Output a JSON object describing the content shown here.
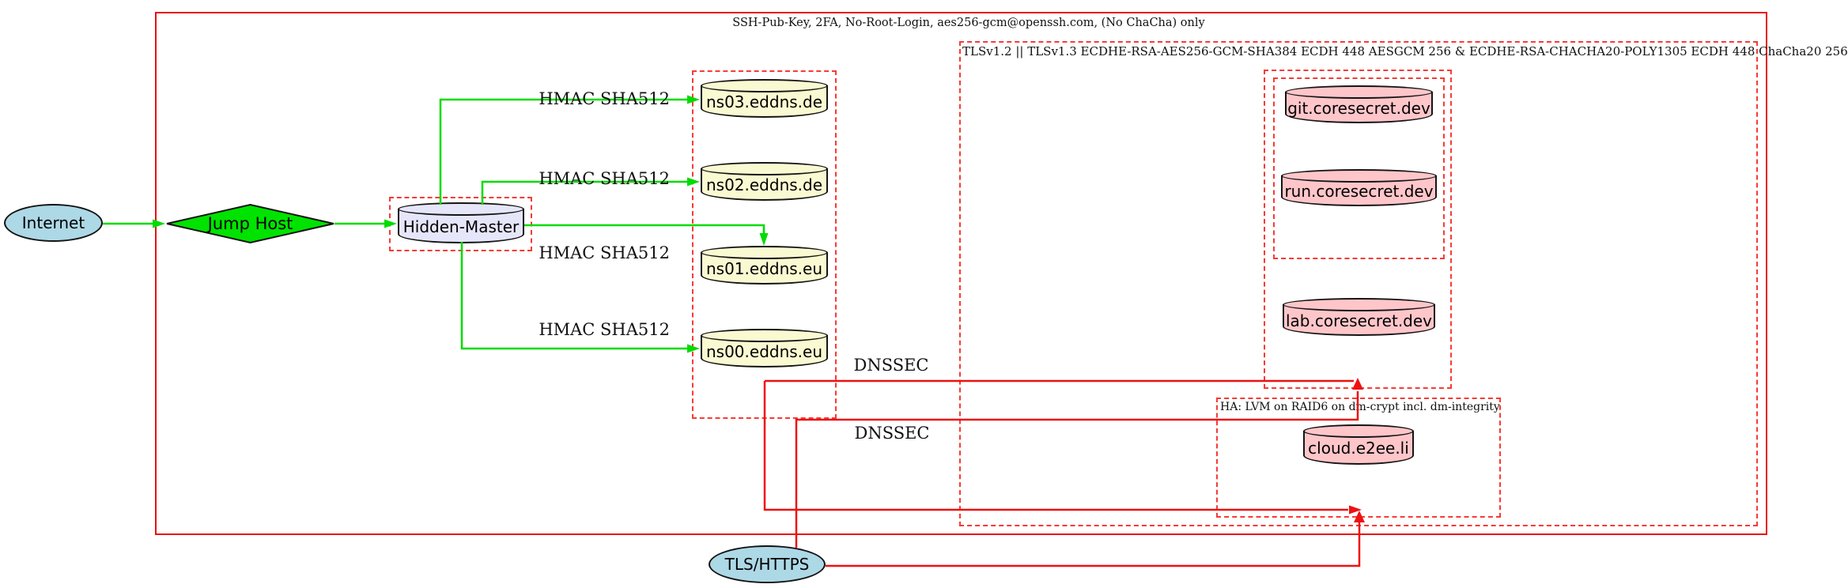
{
  "diagram": {
    "clusters": {
      "ssh_label": "SSH-Pub-Key, 2FA, No-Root-Login, aes256-gcm@openssh.com, (No ChaCha) only",
      "tls_label": "TLSv1.2 || TLSv1.3 ECDHE-RSA-AES256-GCM-SHA384 ECDH 448 AESGCM 256 & ECDHE-RSA-CHACHA20-POLY1305 ECDH 448 ChaCha20 256",
      "ha_label": "HA: LVM on RAID6 on dm-crypt incl. dm-integrity"
    },
    "nodes": {
      "internet": "Internet",
      "jump_host": "Jump Host",
      "hidden_master": "Hidden-Master",
      "ns03": "ns03.eddns.de",
      "ns02": "ns02.eddns.de",
      "ns01": "ns01.eddns.eu",
      "ns00": "ns00.eddns.eu",
      "git": "git.coresecret.dev",
      "run": "run.coresecret.dev",
      "lab": "lab.coresecret.dev",
      "cloud": "cloud.e2ee.li",
      "tls_https": "TLS/HTTPS"
    },
    "edge_labels": {
      "hmac": "HMAC SHA512",
      "dnssec": "DNSSEC"
    },
    "colors": {
      "edge_green": "#00dc00",
      "edge_red": "#ee1111",
      "cluster_solid_red": "#e81212",
      "cluster_dashed_red": "#f53b36",
      "node_blue": "#add8e6",
      "node_green": "#00e300",
      "node_lavender": "#e6e6fa",
      "node_yellow": "#fafad2",
      "node_pink": "#ffc6ca"
    }
  }
}
